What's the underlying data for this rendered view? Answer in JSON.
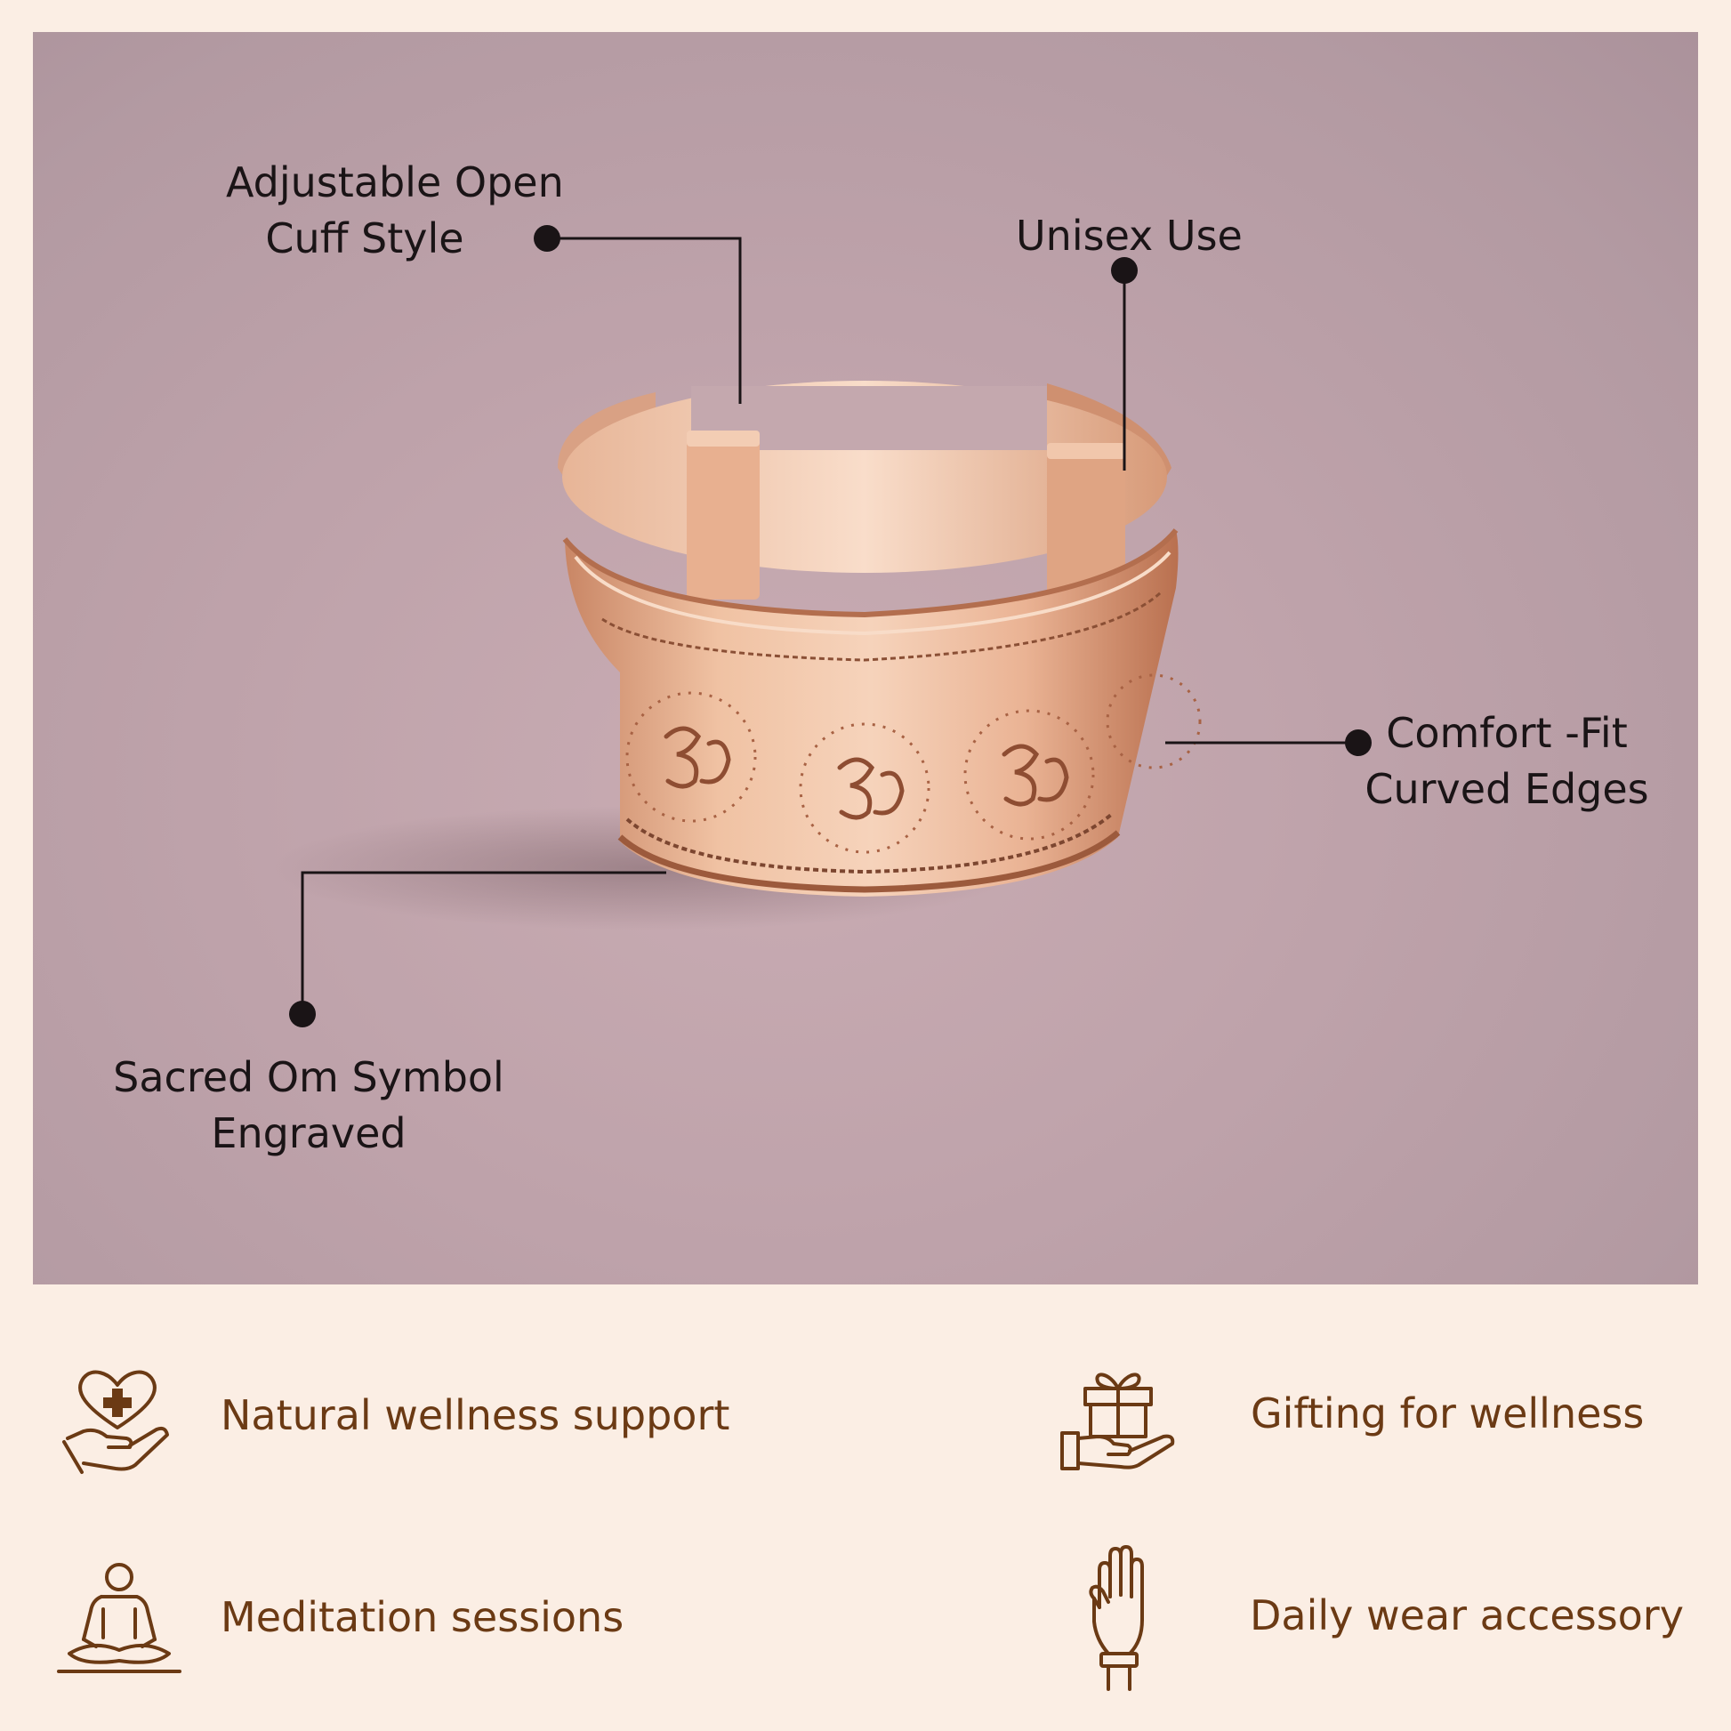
{
  "callouts": {
    "adjustable": {
      "line1": "Adjustable Open",
      "line2": "Cuff Style"
    },
    "unisex": {
      "line1": "Unisex Use"
    },
    "comfort": {
      "line1": "Comfort -Fit",
      "line2": "Curved Edges"
    },
    "om": {
      "line1": "Sacred Om Symbol",
      "line2": "Engraved"
    }
  },
  "features": [
    {
      "label": "Natural wellness support",
      "icon": "heart-hand-icon"
    },
    {
      "label": "Gifting for wellness",
      "icon": "gift-hand-icon"
    },
    {
      "label": "Meditation sessions",
      "icon": "meditation-icon"
    },
    {
      "label": "Daily wear accessory",
      "icon": "raised-hand-icon"
    }
  ],
  "colors": {
    "page_background": "#fbeee4",
    "photo_background": "#bea2aa",
    "feature_text": "#6b3a14",
    "callout_text": "#1a1416",
    "copper": "#d99a76"
  }
}
